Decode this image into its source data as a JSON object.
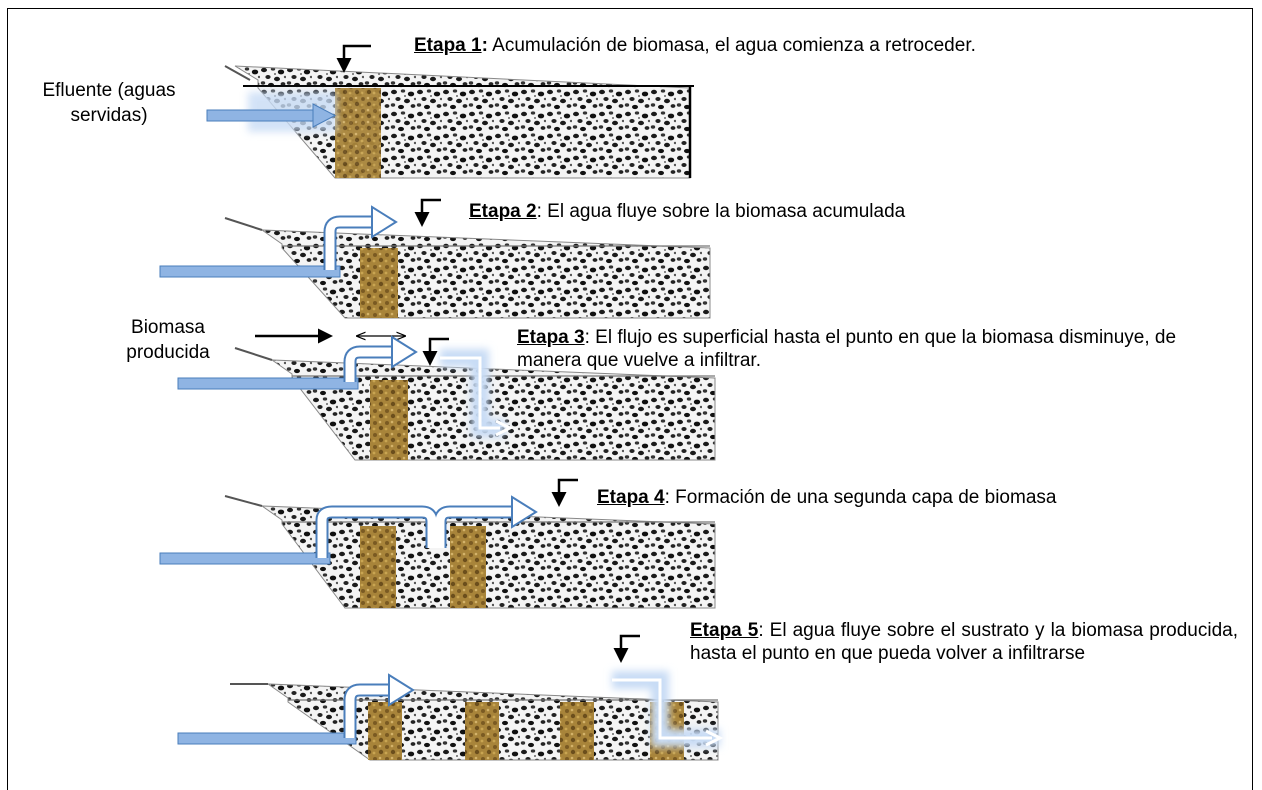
{
  "side_labels": {
    "efluente": "Efluente (aguas servidas)",
    "biomasa": "Biomasa producida"
  },
  "stages": [
    {
      "label": "Etapa 1",
      "sep": ":",
      "text": " Acumulación de biomasa, el agua comienza a retroceder."
    },
    {
      "label": "Etapa 2",
      "sep": ":",
      "text": " El agua fluye sobre la biomasa acumulada"
    },
    {
      "label": "Etapa 3",
      "sep": ":",
      "text": " El flujo es superficial hasta el punto en que la biomasa disminuye, de manera que vuelve a infiltrar."
    },
    {
      "label": "Etapa 4",
      "sep": ":",
      "text": " Formación de una segunda capa de biomasa"
    },
    {
      "label": "Etapa 5",
      "sep": ":",
      "text": " El agua fluye sobre el sustrato y la biomasa producida, hasta el punto en que pueda volver a infiltrarse"
    }
  ],
  "colors": {
    "water": "#8fb4e3",
    "water_edge": "#4a7ebb",
    "glow": "#c8dcf5",
    "biomass": "#b08a3c",
    "gravel": "#1a1a1a"
  }
}
